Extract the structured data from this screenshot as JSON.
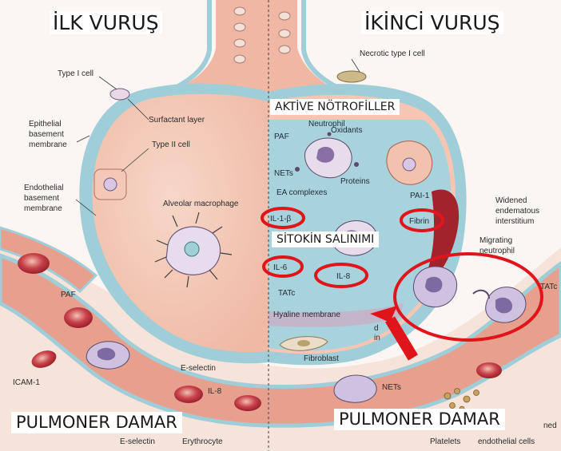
{
  "overlays": {
    "first_hit": "İLK VURUŞ",
    "second_hit": "İKİNCİ VURUŞ",
    "activated_neutrophils": "AKTİVE NÖTROFİLLER",
    "cytokine_release": "SİTOKİN SALINIMI",
    "pulmonary_vessel_left": "PULMONER DAMAR",
    "pulmonary_vessel_right": "PULMONER DAMAR"
  },
  "labels": {
    "type1_cell": "Type I cell",
    "surfactant": "Surfactant layer",
    "epithelial_bm": [
      "Epithelial",
      "basement",
      "membrane"
    ],
    "type2_cell": "Type II cell",
    "endothelial_bm": [
      "Endothelial",
      "basement",
      "membrane"
    ],
    "macrophage": "Alveolar macrophage",
    "necrotic": "Necrotic type I cell",
    "paf": "PAF",
    "oxidants": "Oxidants",
    "nets": "NETs",
    "proteins": "Proteins",
    "ea_complexes": "EA complexes",
    "pai1": "PAI-1",
    "il1b": "IL-1-β",
    "fibrin": "Fibrin",
    "widened": [
      "Widened",
      "endematous",
      "interstitium"
    ],
    "migrating": [
      "Migrating",
      "neutrophil"
    ],
    "il6": "IL-6",
    "il8_alv": "IL-8",
    "tatc_alv": "TATc",
    "tatc_right": "TATc",
    "hyaline": "Hyaline membrane",
    "fibroblast": "Fibroblast",
    "paf_vessel": "PAF",
    "icam": "ICAM-1",
    "eselectin": "E-selectin",
    "il8_vessel": "IL-8",
    "nets_vessel": "NETs",
    "platelets": "Platelets",
    "endothelial_cells": "endothelial cells",
    "erythrocyte": "Erythrocyte",
    "eselectin_bottom": "E-selectin",
    "neutrophil_cut": "Neutrophil",
    "partial_d": "d",
    "partial_in": "in",
    "partial_ned": "ned"
  },
  "colors": {
    "alveolus": "#f3c4b0",
    "alveolus_inner": "#f6d2c1",
    "edema": "#a9d3dc",
    "vessel": "#e7a08c",
    "wall": "#9fcdd8",
    "highlight_red": "#e0141b",
    "hemorrhage": "#a3232d"
  }
}
